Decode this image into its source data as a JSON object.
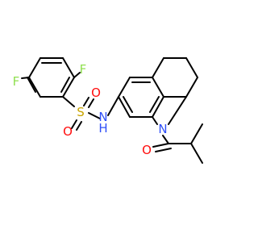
{
  "molecule": {
    "atoms": {
      "f_top": {
        "label": "F",
        "color": "#90E050"
      },
      "f_left": {
        "label": "F",
        "color": "#90E050"
      },
      "o_upper": {
        "label": "O",
        "color": "#FF0D0D"
      },
      "o_lower": {
        "label": "O",
        "color": "#FF0D0D"
      },
      "sulfur": {
        "label": "S",
        "color": "#C8A400"
      },
      "nh_n": {
        "label": "N",
        "color": "#3050F8"
      },
      "nh_h": {
        "label": "H",
        "color": "#3050F8"
      },
      "ring_n": {
        "label": "N",
        "color": "#3050F8"
      },
      "carbonyl_o": {
        "label": "O",
        "color": "#FF0D0D"
      }
    }
  }
}
